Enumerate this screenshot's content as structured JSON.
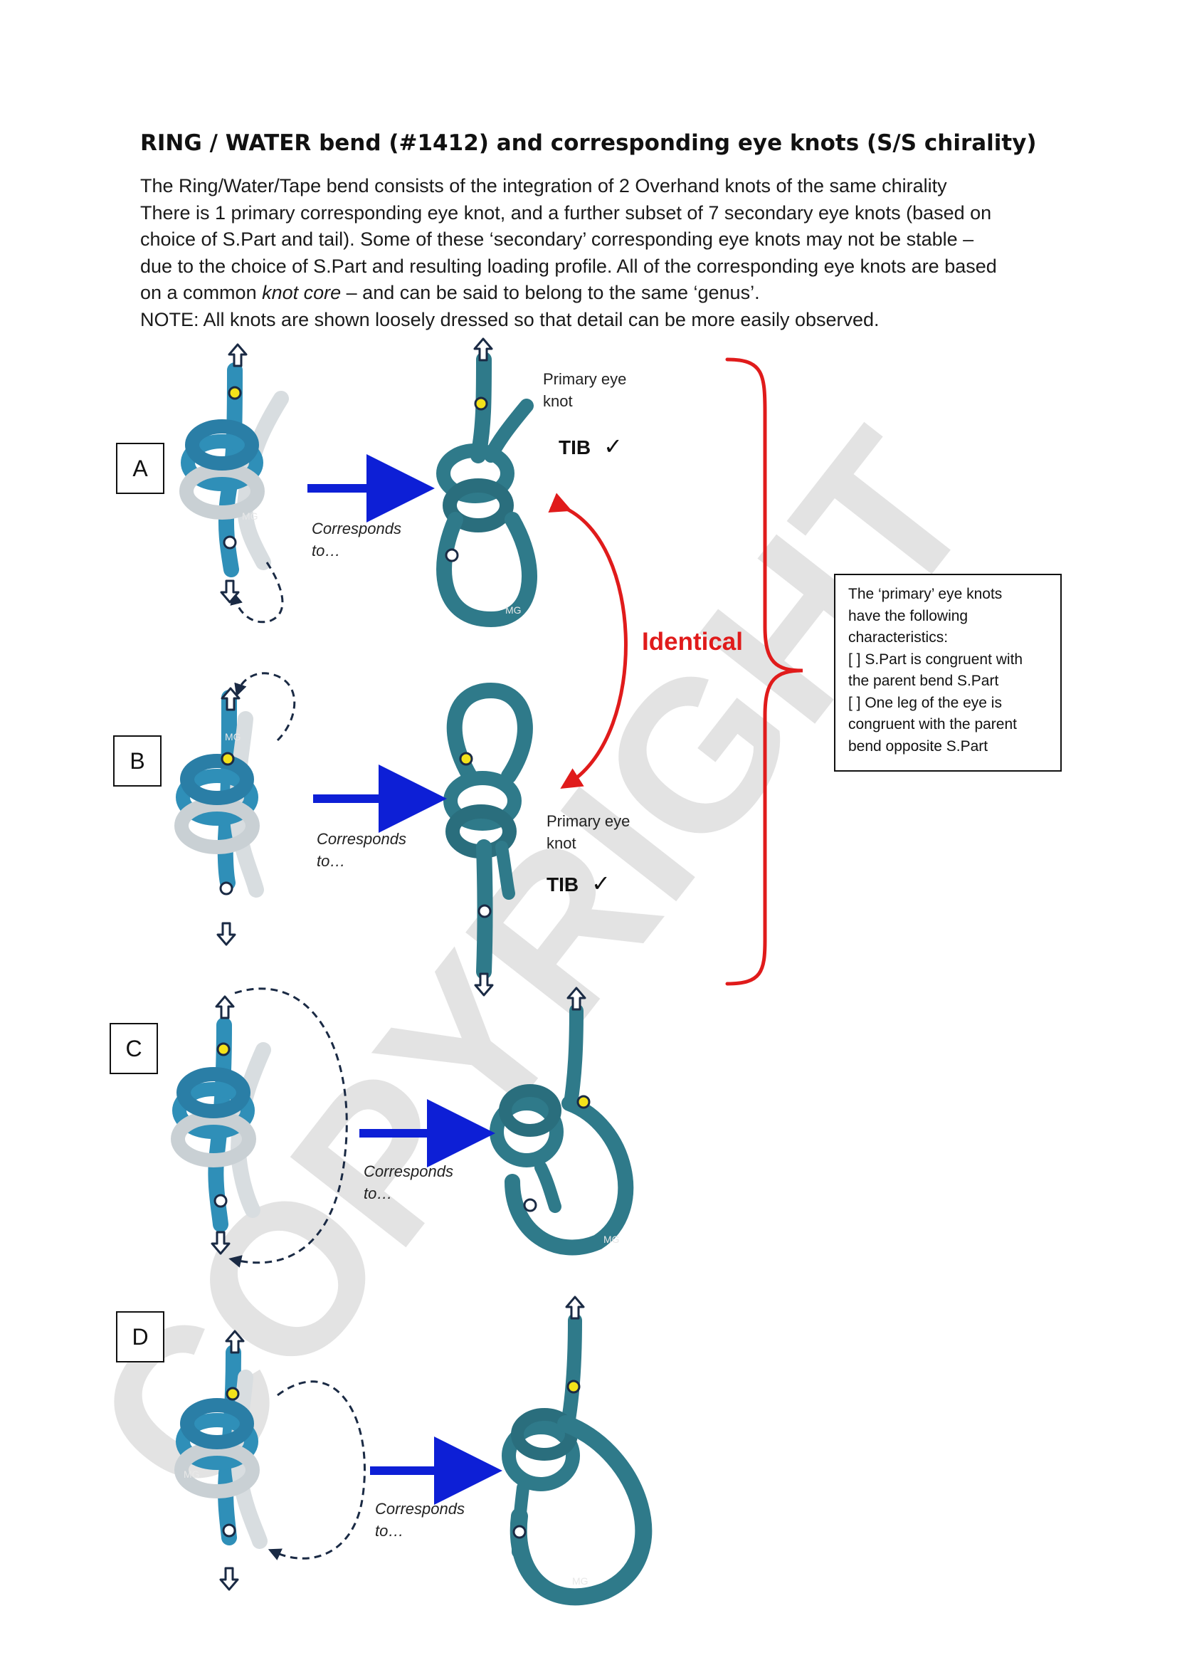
{
  "title": "RING / WATER bend (#1412) and corresponding eye knots (S/S chirality)",
  "intro_lines": [
    "The Ring/Water/Tape bend consists of the integration of 2 Overhand knots of the same chirality",
    "There is 1 primary corresponding eye knot, and a further subset of 7 secondary eye knots (based on",
    "choice of S.Part and tail). Some of these ‘secondary’ corresponding eye knots may not be stable –",
    "due to the choice of S.Part and resulting loading profile. All of the corresponding eye knots are based",
    "on a common ",
    "knot core",
    " – and can be said to belong to the same ‘genus’.",
    "NOTE: All knots are shown loosely dressed so that detail can be more easily observed."
  ],
  "labels": {
    "a": "A",
    "b": "B",
    "c": "C",
    "d": "D"
  },
  "corresponds": {
    "line1": "Corresponds",
    "line2": "to…"
  },
  "primary_eye": {
    "line1": "Primary eye",
    "line2": "knot"
  },
  "tib": {
    "text": "TIB",
    "check": "✓"
  },
  "identical": "Identical",
  "characteristics": [
    "The ‘primary’ eye knots",
    "have the following",
    "characteristics:",
    "[ ] S.Part is congruent with",
    "the parent bend S.Part",
    "[ ] One leg of the eye is",
    "congruent with the parent",
    "bend opposite S.Part"
  ],
  "watermark": "COPYRIGHT",
  "photo_mark": "MG",
  "colors": {
    "rope_blue": "#2f8fb8",
    "rope_teal": "#2f7a8a",
    "rope_white": "#d8dde0",
    "arrow_blue": "#0d1fd6",
    "bracket_red": "#e01b1b",
    "marker_yellow": "#f4e21a",
    "watermark_grey": "#d9d9d9"
  }
}
